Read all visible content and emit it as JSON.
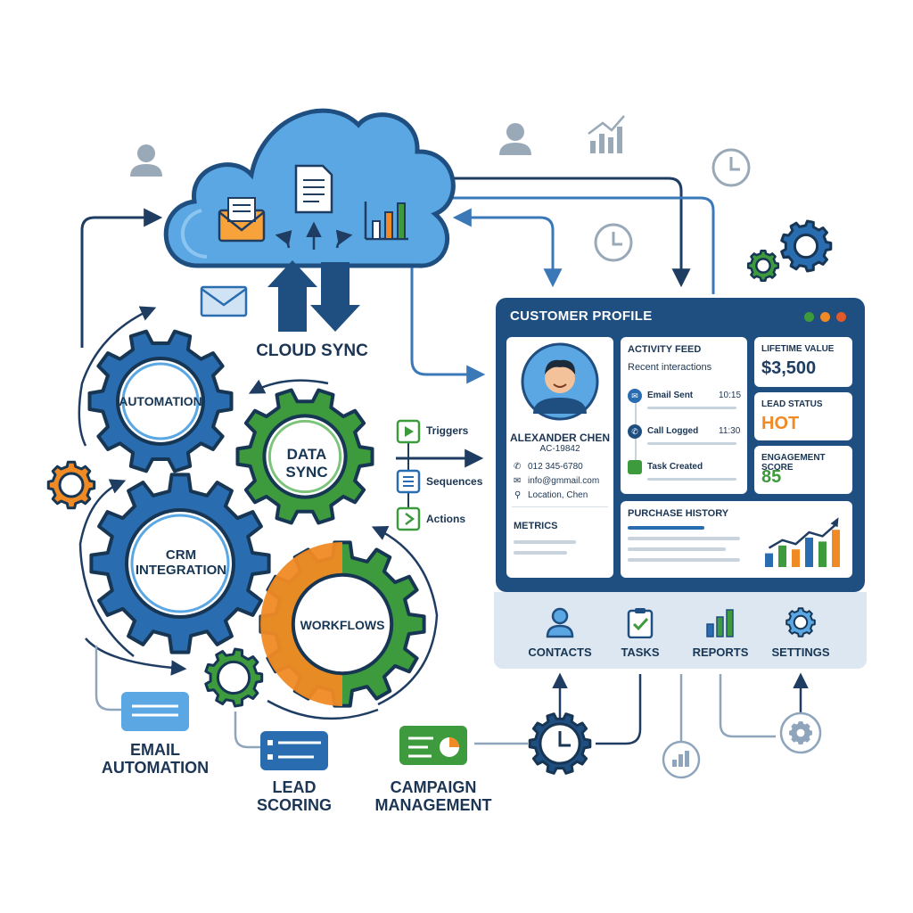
{
  "cloud": {
    "label": "CLOUD SYNC"
  },
  "gears": {
    "automation": "AUTOMATION",
    "data_sync": [
      "DATA",
      "SYNC"
    ],
    "crm_integration": [
      "CRM",
      "INTEGRATION"
    ],
    "workflows": "WORKFLOWS"
  },
  "sequence_items": [
    {
      "label": "Triggers",
      "icon": "play-icon"
    },
    {
      "label": "Sequences",
      "icon": "list-icon"
    },
    {
      "label": "Actions",
      "icon": "chevron-right-icon"
    }
  ],
  "profile": {
    "title": "CUSTOMER PROFILE",
    "customer": {
      "name": "ALEXANDER CHEN",
      "id": "AC-19842",
      "phone": "012 345-6780",
      "email": "info@gmmail.com",
      "location": "Location, Chen"
    },
    "metrics_label": "METRICS",
    "activity": {
      "title": "ACTIVITY FEED",
      "subtitle": "Recent interactions",
      "items": [
        {
          "label": "Email Sent",
          "time": "10:15"
        },
        {
          "label": "Call Logged",
          "time": "11:30"
        },
        {
          "label": "Task Created",
          "time": ""
        }
      ]
    },
    "purchase_history": {
      "title": "PURCHASE HISTORY",
      "bars": [
        0.35,
        0.55,
        0.45,
        0.75,
        0.65,
        0.95
      ]
    },
    "stats": [
      {
        "label": "LIFETIME VALUE",
        "value": "$3,500",
        "color": "#1f3d62"
      },
      {
        "label": "LEAD STATUS",
        "value": "HOT",
        "color": "#f08a24"
      },
      {
        "label": "ENGAGEMENT SCORE",
        "value": "85",
        "color": "#3d9a3d"
      }
    ],
    "nav": [
      {
        "label": "CONTACTS",
        "icon": "user-icon"
      },
      {
        "label": "TASKS",
        "icon": "clipboard-check-icon"
      },
      {
        "label": "REPORTS",
        "icon": "bar-chart-icon"
      },
      {
        "label": "SETTINGS",
        "icon": "gear-icon"
      }
    ]
  },
  "features": {
    "email_automation": [
      "EMAIL",
      "AUTOMATION"
    ],
    "lead_scoring": [
      "LEAD",
      "SCORING"
    ],
    "campaign_management": [
      "CAMPAIGN",
      "MANAGEMENT"
    ]
  },
  "colors": {
    "navy": "#1f4e80",
    "blue": "#2a6cb0",
    "light_blue": "#5aa7e3",
    "green": "#3d9a3d",
    "orange": "#f08a24",
    "gray": "#8fa5bc"
  }
}
